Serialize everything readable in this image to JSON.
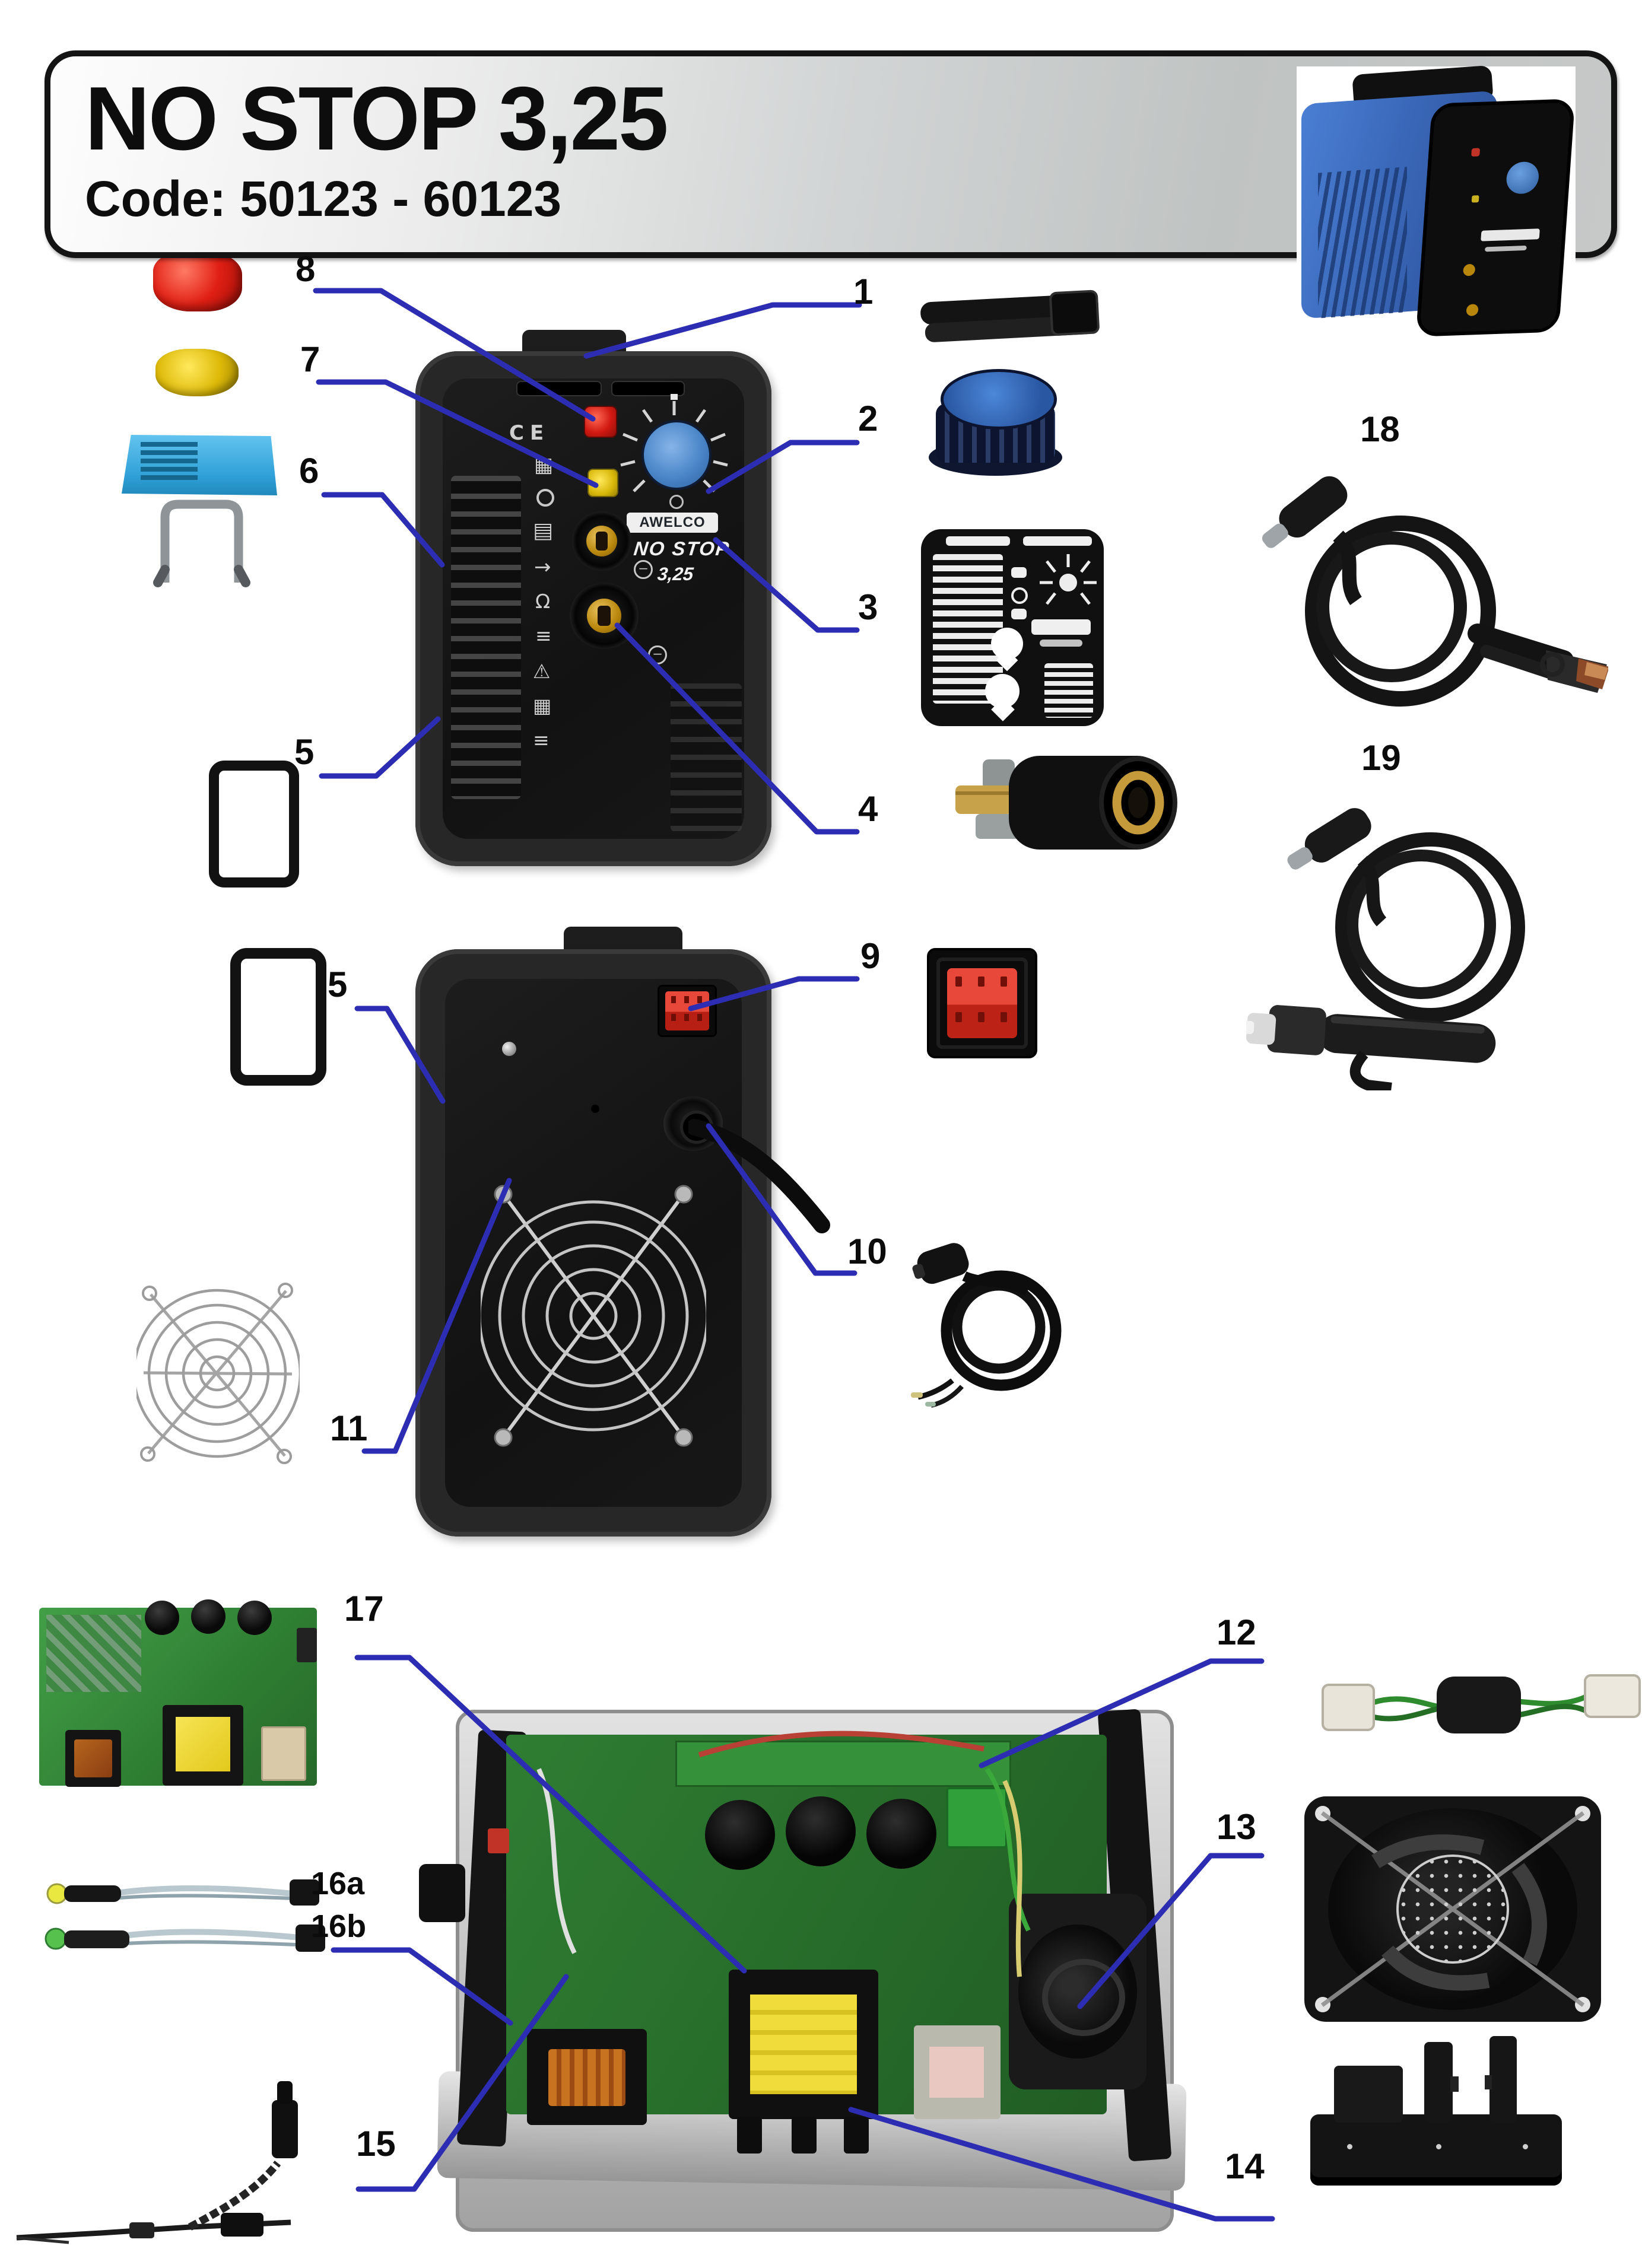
{
  "document": {
    "title": "NO STOP 3,25",
    "code": "Code: 50123 - 60123"
  },
  "front_panel": {
    "brand": "AWELCO",
    "model": "NO STOP",
    "size": "3,25",
    "ce": "CE"
  },
  "icons": {
    "battery": "▦",
    "arrow": "→",
    "omega": "Ω",
    "bars": "≡",
    "warning": "⚠",
    "grid": "▤"
  },
  "parts": [
    {
      "id": "1",
      "label": "1"
    },
    {
      "id": "2",
      "label": "2"
    },
    {
      "id": "3",
      "label": "3"
    },
    {
      "id": "4",
      "label": "4"
    },
    {
      "id": "5a",
      "label": "5"
    },
    {
      "id": "5b",
      "label": "5"
    },
    {
      "id": "6",
      "label": "6"
    },
    {
      "id": "7",
      "label": "7"
    },
    {
      "id": "8",
      "label": "8"
    },
    {
      "id": "9",
      "label": "9"
    },
    {
      "id": "10",
      "label": "10"
    },
    {
      "id": "11",
      "label": "11"
    },
    {
      "id": "12",
      "label": "12"
    },
    {
      "id": "13",
      "label": "13"
    },
    {
      "id": "14",
      "label": "14"
    },
    {
      "id": "15",
      "label": "15"
    },
    {
      "id": "16a",
      "label": "16a"
    },
    {
      "id": "16b",
      "label": "16b"
    },
    {
      "id": "17",
      "label": "17"
    },
    {
      "id": "18",
      "label": "18"
    },
    {
      "id": "19",
      "label": "19"
    }
  ],
  "colors": {
    "leader_line": "#2d2db4",
    "machine_body_blue": "#3a67b8",
    "knob_blue": "#3f7ad0",
    "panel_black": "#1a1a1a",
    "switch_red": "#d83428"
  }
}
